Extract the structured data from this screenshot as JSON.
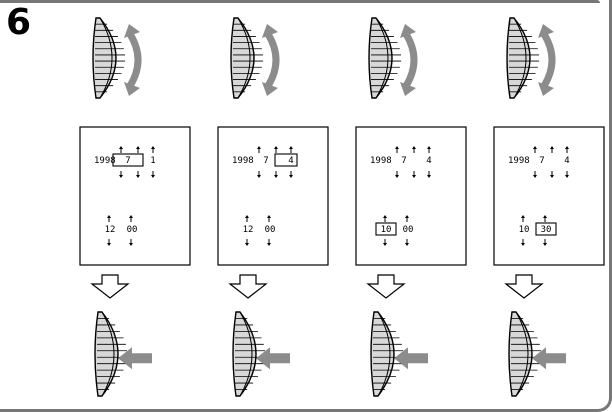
{
  "step_number": "6",
  "panels": [
    {
      "id": "a",
      "year": "1998",
      "month": "7",
      "day": "1",
      "hour": "12",
      "minute": "00",
      "highlight": "month"
    },
    {
      "id": "b",
      "year": "1998",
      "month": "7",
      "day": "4",
      "hour": "12",
      "minute": "00",
      "highlight": "day"
    },
    {
      "id": "c",
      "year": "1998",
      "month": "7",
      "day": "4",
      "hour": "10",
      "minute": "00",
      "highlight": "hour"
    },
    {
      "id": "d",
      "year": "1998",
      "month": "7",
      "day": "4",
      "hour": "10",
      "minute": "30",
      "highlight": "minute"
    }
  ],
  "icons": {
    "dial": "jog-dial-icon",
    "rotate": "rotate-arrows-icon",
    "down": "down-arrow-icon",
    "press": "press-arrow-icon"
  },
  "colors": {
    "frame": "#777777",
    "dial_fill": "#d8d8d8",
    "arrow_fill": "#8c8c8c"
  }
}
